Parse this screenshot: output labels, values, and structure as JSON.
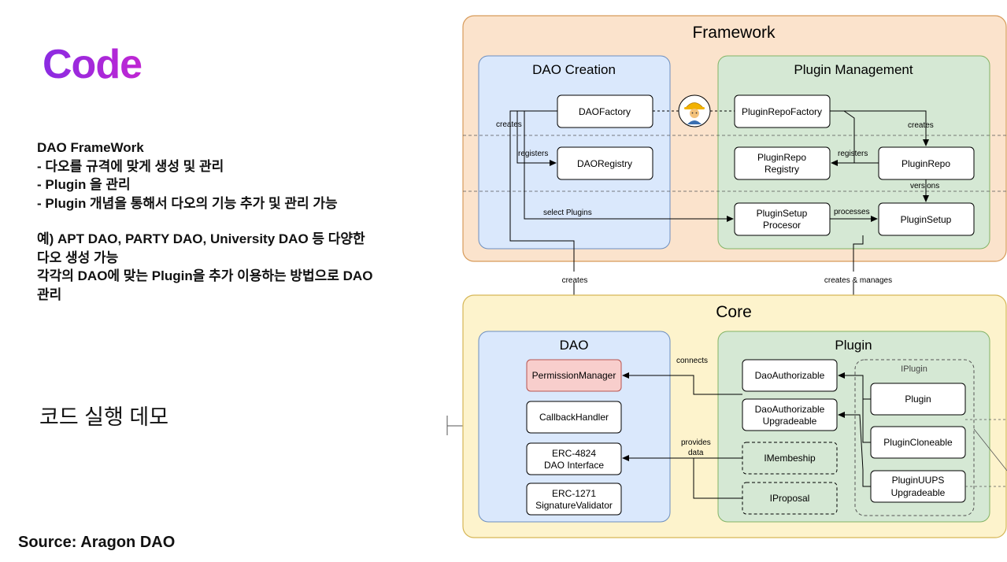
{
  "slide": {
    "title": "Code",
    "lines": [
      "DAO FrameWork",
      "-  다오를 규격에 맞게 생성 및 관리",
      "-  Plugin 을 관리",
      "-  Plugin 개념을 통해서 다오의 기능 추가 및 관리 가능",
      "",
      "예) APT DAO, PARTY DAO, University DAO 등 다양한",
      "다오 생성 가능",
      "각각의 DAO에 맞는 Plugin을 추가 이용하는 방법으로 DAO",
      "관리"
    ],
    "demo_label": "코드 실행 데모",
    "source": "Source: Aragon DAO"
  },
  "diagram": {
    "framework": {
      "title": "Framework",
      "dao_creation": {
        "title": "DAO Creation",
        "dao_factory": "DAOFactory",
        "dao_registry": "DAORegistry"
      },
      "plugin_management": {
        "title": "Plugin Management",
        "plugin_repo_factory": "PluginRepoFactory",
        "plugin_repo_registry": [
          "PluginRepo",
          "Registry"
        ],
        "plugin_repo": "PluginRepo",
        "plugin_setup_processor": [
          "PluginSetup",
          "Procesor"
        ],
        "plugin_setup": "PluginSetup"
      }
    },
    "core": {
      "title": "Core",
      "dao": {
        "title": "DAO",
        "permission_manager": "PermissionManager",
        "callback_handler": "CallbackHandler",
        "erc4824": [
          "ERC-4824",
          "DAO Interface"
        ],
        "erc1271": [
          "ERC-1271",
          "SignatureValidator"
        ]
      },
      "plugin": {
        "title": "Plugin",
        "dao_authorizable": "DaoAuthorizable",
        "dao_authorizable_upgradeable": [
          "DaoAuthorizable",
          "Upgradeable"
        ],
        "imembership": "IMembeship",
        "iproposal": "IProposal",
        "iplugin": {
          "title": "IPlugin",
          "plugin": "Plugin",
          "plugin_cloneable": "PluginCloneable",
          "plugin_uups": [
            "PluginUUPS",
            "Upgradeable"
          ]
        }
      }
    },
    "edges": {
      "creates": "creates",
      "registers": "registers",
      "select_plugins": "select Plugins",
      "versions": "versions",
      "processes": "processes",
      "creates_and_manages": "creates & manages",
      "connects": "connects",
      "provides_data": [
        "provides",
        "data"
      ]
    },
    "worker_icon": "construction-worker-icon",
    "colors": {
      "outer": "#fbe3cc",
      "outer_border": "#d79b5a",
      "core": "#fdf3cc",
      "core_border": "#d6b656",
      "blue": "#dae8fc",
      "blue_border": "#6c8ebf",
      "green": "#d5e8d4",
      "green_border": "#82b366",
      "pink": "#f8cecc",
      "pink_border": "#b85450"
    }
  }
}
